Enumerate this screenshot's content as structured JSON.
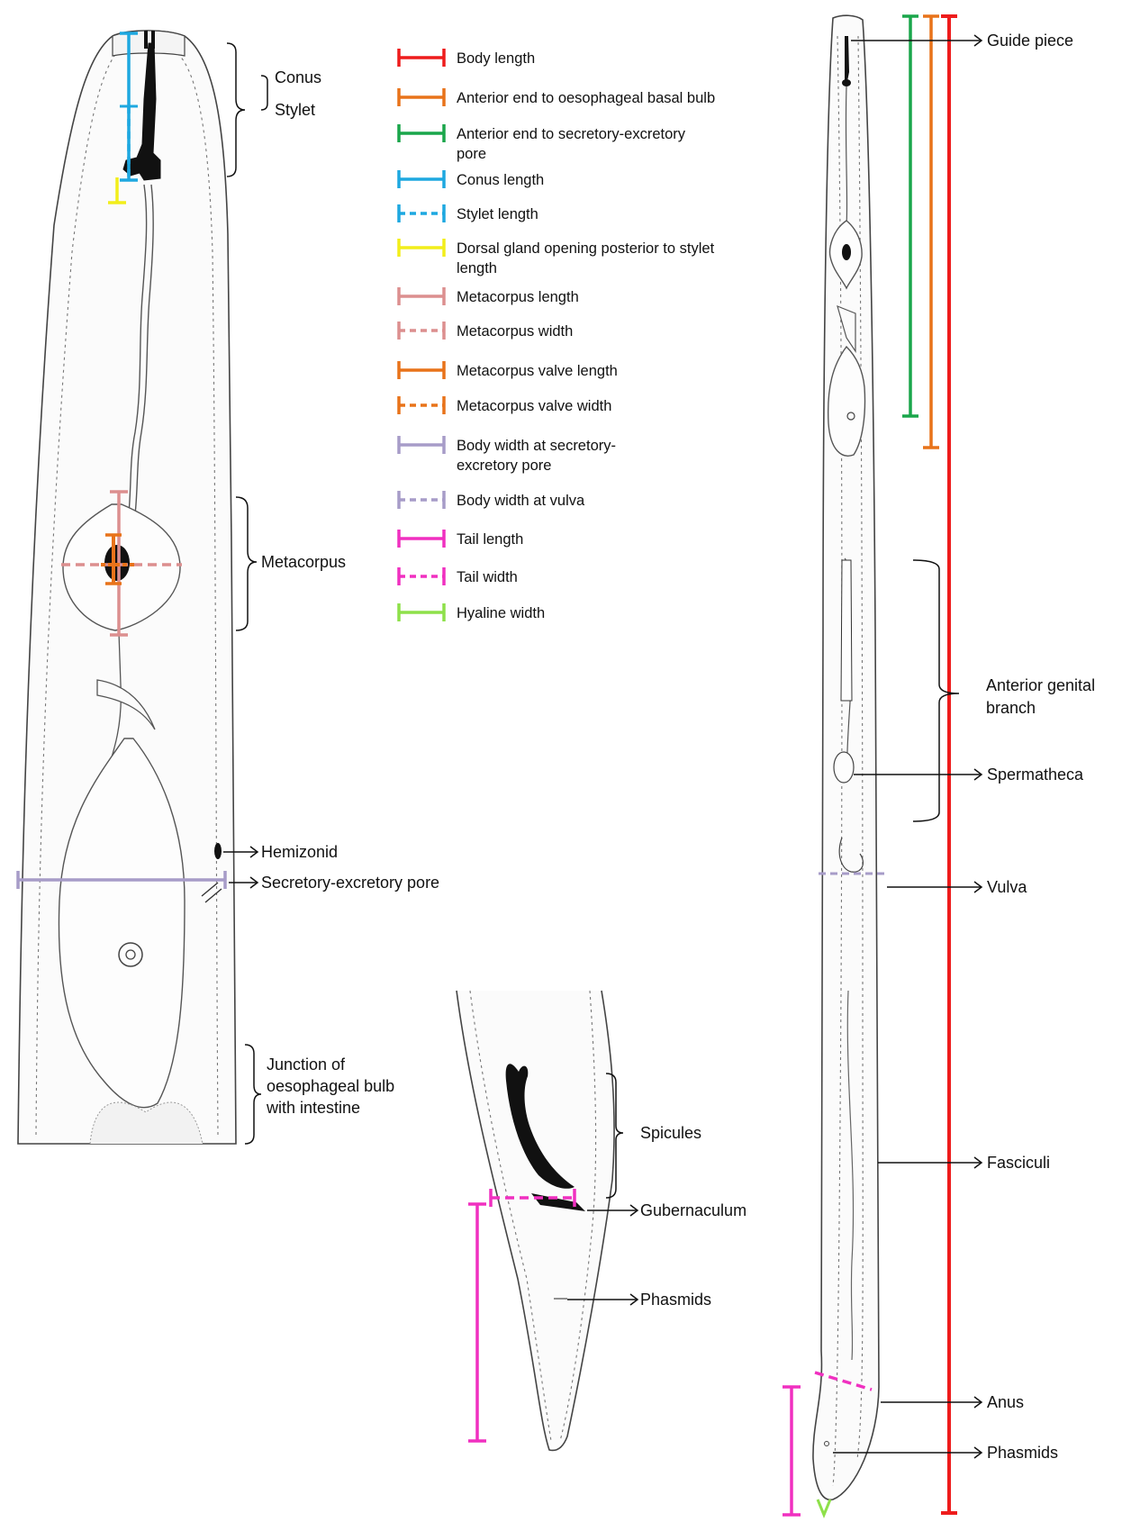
{
  "legend": {
    "items": [
      {
        "label": "Body length",
        "color": "#ee1c1c",
        "dashed": false
      },
      {
        "label": "Anterior end to oesophageal basal bulb",
        "color": "#e8731a",
        "dashed": false
      },
      {
        "label": "Anterior end to secretory-excretory",
        "label2": "pore",
        "color": "#1aa64b",
        "dashed": false
      },
      {
        "label": "Conus length",
        "color": "#1ea8e0",
        "dashed": false
      },
      {
        "label": "Stylet length",
        "color": "#1ea8e0",
        "dashed": true
      },
      {
        "label": "Dorsal gland opening posterior to stylet",
        "label2": "length",
        "color": "#f2ee1a",
        "dashed": false
      },
      {
        "label": "Metacorpus length",
        "color": "#dc8f8f",
        "dashed": false
      },
      {
        "label": "Metacorpus width",
        "color": "#dc8f8f",
        "dashed": true
      },
      {
        "label": "Metacorpus valve length",
        "color": "#e8731a",
        "dashed": false
      },
      {
        "label": "Metacorpus valve width",
        "color": "#e8731a",
        "dashed": true
      },
      {
        "label": "Body width at secretory-",
        "label2": "excretory pore",
        "color": "#a79cc8",
        "dashed": false
      },
      {
        "label": "Body width at vulva",
        "color": "#a79cc8",
        "dashed": true
      },
      {
        "label": "Tail length",
        "color": "#f030c0",
        "dashed": false
      },
      {
        "label": "Tail width",
        "color": "#f030c0",
        "dashed": true
      },
      {
        "label": "Hyaline width",
        "color": "#8ee04a",
        "dashed": false
      }
    ]
  },
  "labels": {
    "conus": "Conus",
    "stylet": "Stylet",
    "metacorpus": "Metacorpus",
    "hemizonid": "Hemizonid",
    "se_pore": "Secretory-excretory pore",
    "junction_1": "Junction of",
    "junction_2": "oesophageal bulb",
    "junction_3": "with intestine",
    "spicules": "Spicules",
    "gubernaculum": "Gubernaculum",
    "phasmids_tail": "Phasmids",
    "guide_piece": "Guide piece",
    "anterior_genital_1": "Anterior genital",
    "anterior_genital_2": "branch",
    "spermatheca": "Spermatheca",
    "vulva": "Vulva",
    "fasciculi": "Fasciculi",
    "anus": "Anus",
    "phasmids_body": "Phasmids"
  },
  "colors": {
    "red": "#ee1c1c",
    "orange": "#e8731a",
    "green": "#1aa64b",
    "blue": "#1ea8e0",
    "yellow": "#f2ee1a",
    "salmon": "#dc8f8f",
    "lavender": "#a79cc8",
    "magenta": "#f030c0",
    "lime": "#8ee04a"
  }
}
